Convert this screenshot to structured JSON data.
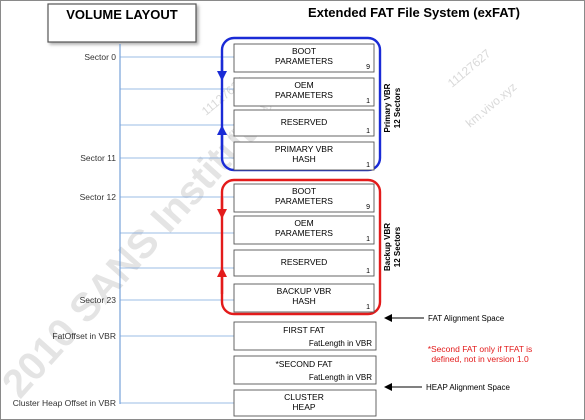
{
  "title_box": {
    "text": "VOLUME LAYOUT"
  },
  "heading": {
    "text": "Extended FAT File System (exFAT)"
  },
  "left_labels": {
    "sector0": "Sector 0",
    "sector11": "Sector 11",
    "sector12": "Sector 12",
    "sector23": "Sector 23",
    "fat_offset": "FatOffset in VBR",
    "cluster_heap_offset": "Cluster Heap Offset in VBR"
  },
  "primary_vbr": {
    "label_line1": "Primary VBR",
    "label_line2": "12 Sectors",
    "color": "#1a2bd6",
    "blocks": [
      {
        "line1": "BOOT",
        "line2": "PARAMETERS",
        "count": "9"
      },
      {
        "line1": "OEM",
        "line2": "PARAMETERS",
        "count": "1"
      },
      {
        "line1": "RESERVED",
        "line2": "",
        "count": "1"
      },
      {
        "line1": "PRIMARY VBR",
        "line2": "HASH",
        "count": "1"
      }
    ]
  },
  "backup_vbr": {
    "label_line1": "Backup VBR",
    "label_line2": "12 Sectors",
    "color": "#e31b1b",
    "blocks": [
      {
        "line1": "BOOT",
        "line2": "PARAMETERS",
        "count": "9"
      },
      {
        "line1": "OEM",
        "line2": "PARAMETERS",
        "count": "1"
      },
      {
        "line1": "RESERVED",
        "line2": "",
        "count": "1"
      },
      {
        "line1": "BACKUP VBR",
        "line2": "HASH",
        "count": "1"
      }
    ]
  },
  "fat_blocks": {
    "first_fat": {
      "title": "FIRST FAT",
      "sub": "FatLength in VBR"
    },
    "second_fat": {
      "title": "*SECOND FAT",
      "sub": "FatLength in VBR"
    },
    "cluster_heap": {
      "line1": "CLUSTER",
      "line2": "HEAP"
    }
  },
  "annotations": {
    "fat_alignment": "FAT Alignment Space",
    "heap_alignment": "HEAP Alignment Space",
    "note_line1": "*Second FAT only if TFAT is",
    "note_line2": "defined, not in version 1.0",
    "note_color": "#e31b1b"
  },
  "watermarks": {
    "main": "2010 SANS Institute",
    "id1": "11127627",
    "site1": "km.vivo.xyz",
    "id2": "11127627",
    "site2": "km.vivo.xyz"
  }
}
